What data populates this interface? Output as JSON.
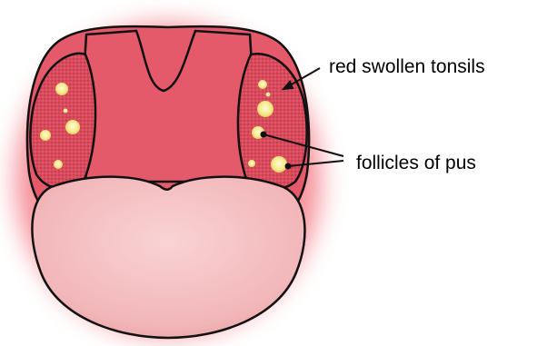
{
  "diagram": {
    "labels": {
      "tonsils": "red swollen tonsils",
      "follicles": "follicles of pus"
    },
    "colors": {
      "glow": "#f47c86",
      "mouth_interior": "#e55a6a",
      "tonsil_tissue": "#d94a5c",
      "tongue": "#f6c3c4",
      "tongue_shadow": "#e9a3a7",
      "pus_follicle": "#f5e889",
      "pus_follicle_center": "#fff9c4",
      "outline": "#111111",
      "label_text": "#000000"
    },
    "parts": [
      "throat-outline",
      "uvula",
      "left-tonsil",
      "right-tonsil",
      "tongue"
    ]
  }
}
